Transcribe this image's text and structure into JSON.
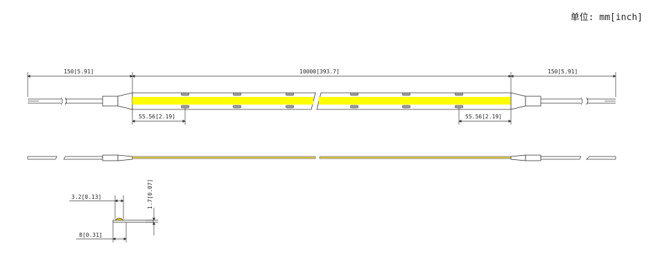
{
  "unit_label": "单位: mm[inch]",
  "colors": {
    "line": "#333333",
    "led_strip": "#ffff00",
    "led_marks": "#999999",
    "cross_section_led": "#e2c400"
  },
  "dimensions": {
    "lead_left": "150[5.91]",
    "strip_length": "10000[393.7]",
    "lead_right": "150[5.91]",
    "cut_left": "55.56[2.19]",
    "cut_right": "55.56[2.19]",
    "thickness": "1.7[0.07]",
    "led_width": "3.2[0.13]",
    "strip_width": "8[0.31]"
  }
}
